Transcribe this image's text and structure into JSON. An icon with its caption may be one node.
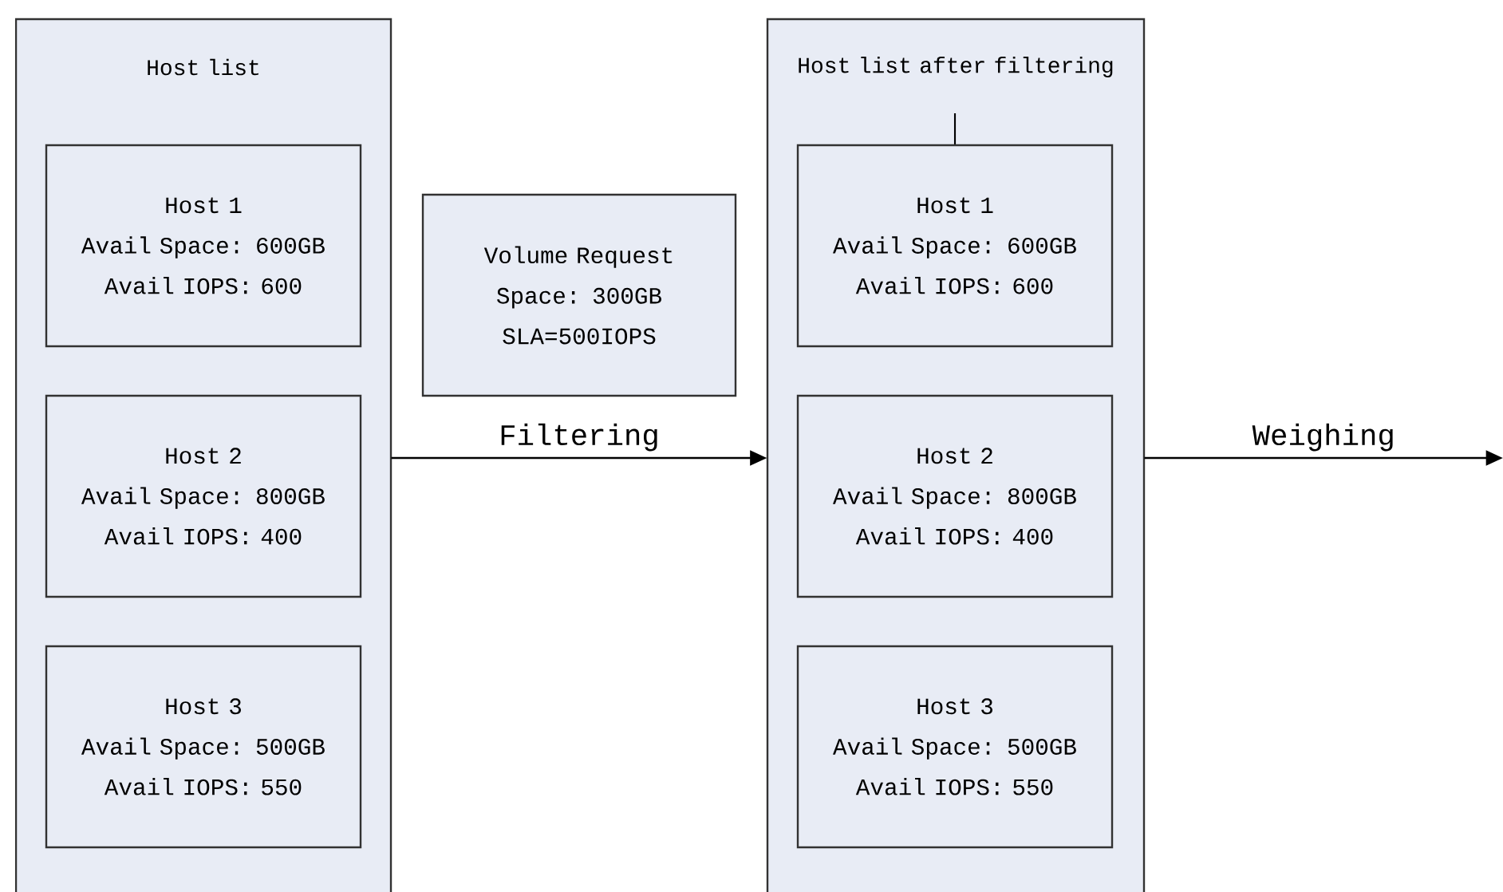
{
  "diagram": {
    "nodes": [
      {
        "text": [
          "Host list"
        ]
      },
      {
        "text": [
          "Host 1",
          "Avail Space: 600GB",
          "Avail IOPS: 600"
        ],
        "in": 0
      },
      {
        "text": [
          "Host 2",
          "Avail Space: 800GB",
          "Avail IOPS: 400"
        ],
        "in": 0
      },
      {
        "text": [
          "Host 3",
          "Avail Space: 500GB",
          "Avail IOPS: 550"
        ],
        "in": 0
      },
      {
        "text": [
          "Volume Request",
          "Space: 300GB",
          "SLA=500IOPS"
        ]
      },
      {
        "text": [
          "Host list after filtering"
        ]
      },
      {
        "text": [
          "Host 1",
          "Avail Space: 600GB",
          "Avail IOPS: 600"
        ],
        "in": 5
      },
      {
        "text": [
          "Host 2",
          "Avail Space: 800GB",
          "Avail IOPS: 400"
        ],
        "in": 5
      },
      {
        "text": [
          "Host 3",
          "Avail Space: 500GB",
          "Avail IOPS: 550"
        ],
        "in": 5
      }
    ],
    "edges": [
      {
        "from": 0,
        "to": 5,
        "arrow": "to",
        "label": "Filtering"
      },
      {
        "from": 5,
        "to": null,
        "arrow": "to",
        "label": "Weighing"
      }
    ]
  }
}
